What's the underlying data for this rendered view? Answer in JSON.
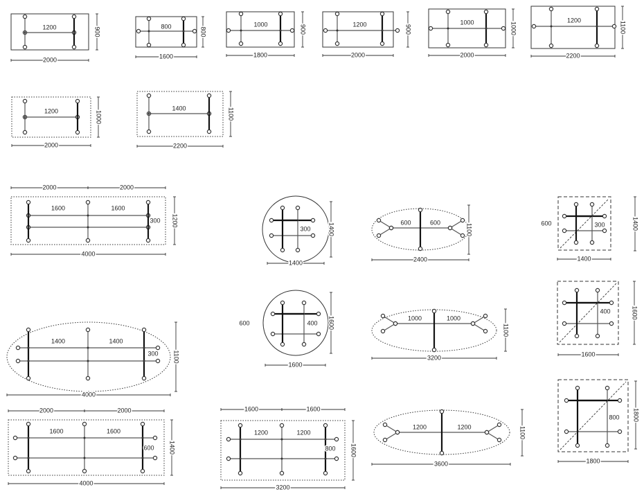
{
  "tables": [
    {
      "spans": [
        "1200"
      ],
      "width": "2000",
      "depth": "900",
      "outline": "solid"
    },
    {
      "spans": [
        "800"
      ],
      "width": "1600",
      "depth": "800",
      "outline": "solid"
    },
    {
      "spans": [
        "1000"
      ],
      "width": "1800",
      "depth": "900",
      "outline": "solid"
    },
    {
      "spans": [
        "1200"
      ],
      "width": "2000",
      "depth": "900",
      "outline": "solid"
    },
    {
      "spans": [
        "1000"
      ],
      "width": "2000",
      "depth": "1000",
      "outline": "solid"
    },
    {
      "spans": [
        "1200"
      ],
      "width": "2200",
      "depth": "1100",
      "outline": "solid"
    },
    {
      "spans": [
        "1200"
      ],
      "width": "2000",
      "depth": "1000",
      "outline": "dotted"
    },
    {
      "spans": [
        "1400"
      ],
      "width": "2200",
      "depth": "1100",
      "outline": "dotted"
    },
    {
      "top": [
        "2000",
        "2000"
      ],
      "spans": [
        "1600",
        "1600"
      ],
      "side": "300",
      "width": "4000",
      "depth": "1200",
      "outline": "dotted"
    },
    {
      "side": "300",
      "width": "1400",
      "depth": "1400",
      "outline": "circle"
    },
    {
      "spans": [
        "600",
        "600"
      ],
      "width": "2400",
      "depth": "1100",
      "outline": "ellipse"
    },
    {
      "outer": "600",
      "side": "300",
      "width": "1400",
      "depth": "1400",
      "outline": "dashed-square"
    },
    {
      "spans": [
        "1400",
        "1400"
      ],
      "side": "300",
      "width": "4000",
      "depth": "1100",
      "outline": "ellipse"
    },
    {
      "outer": "600",
      "side": "400",
      "width": "1600",
      "depth": "1600",
      "outline": "circle"
    },
    {
      "spans": [
        "1000",
        "1000"
      ],
      "width": "3200",
      "depth": "1100",
      "outline": "ellipse"
    },
    {
      "side": "400",
      "width": "1600",
      "depth": "1600",
      "outline": "dashed-square"
    },
    {
      "top": [
        "2000",
        "2000"
      ],
      "spans": [
        "1600",
        "1600"
      ],
      "side": "600",
      "width": "4000",
      "depth": "1400",
      "outline": "dotted"
    },
    {
      "top": [
        "1600",
        "1600"
      ],
      "spans": [
        "1200",
        "1200"
      ],
      "side": "800",
      "width": "3200",
      "depth": "1600",
      "outline": "dotted"
    },
    {
      "spans": [
        "1200",
        "1200"
      ],
      "width": "3600",
      "depth": "1100",
      "outline": "ellipse"
    },
    {
      "side": "800",
      "width": "1800",
      "depth": "1800",
      "outline": "dashed-square"
    }
  ]
}
